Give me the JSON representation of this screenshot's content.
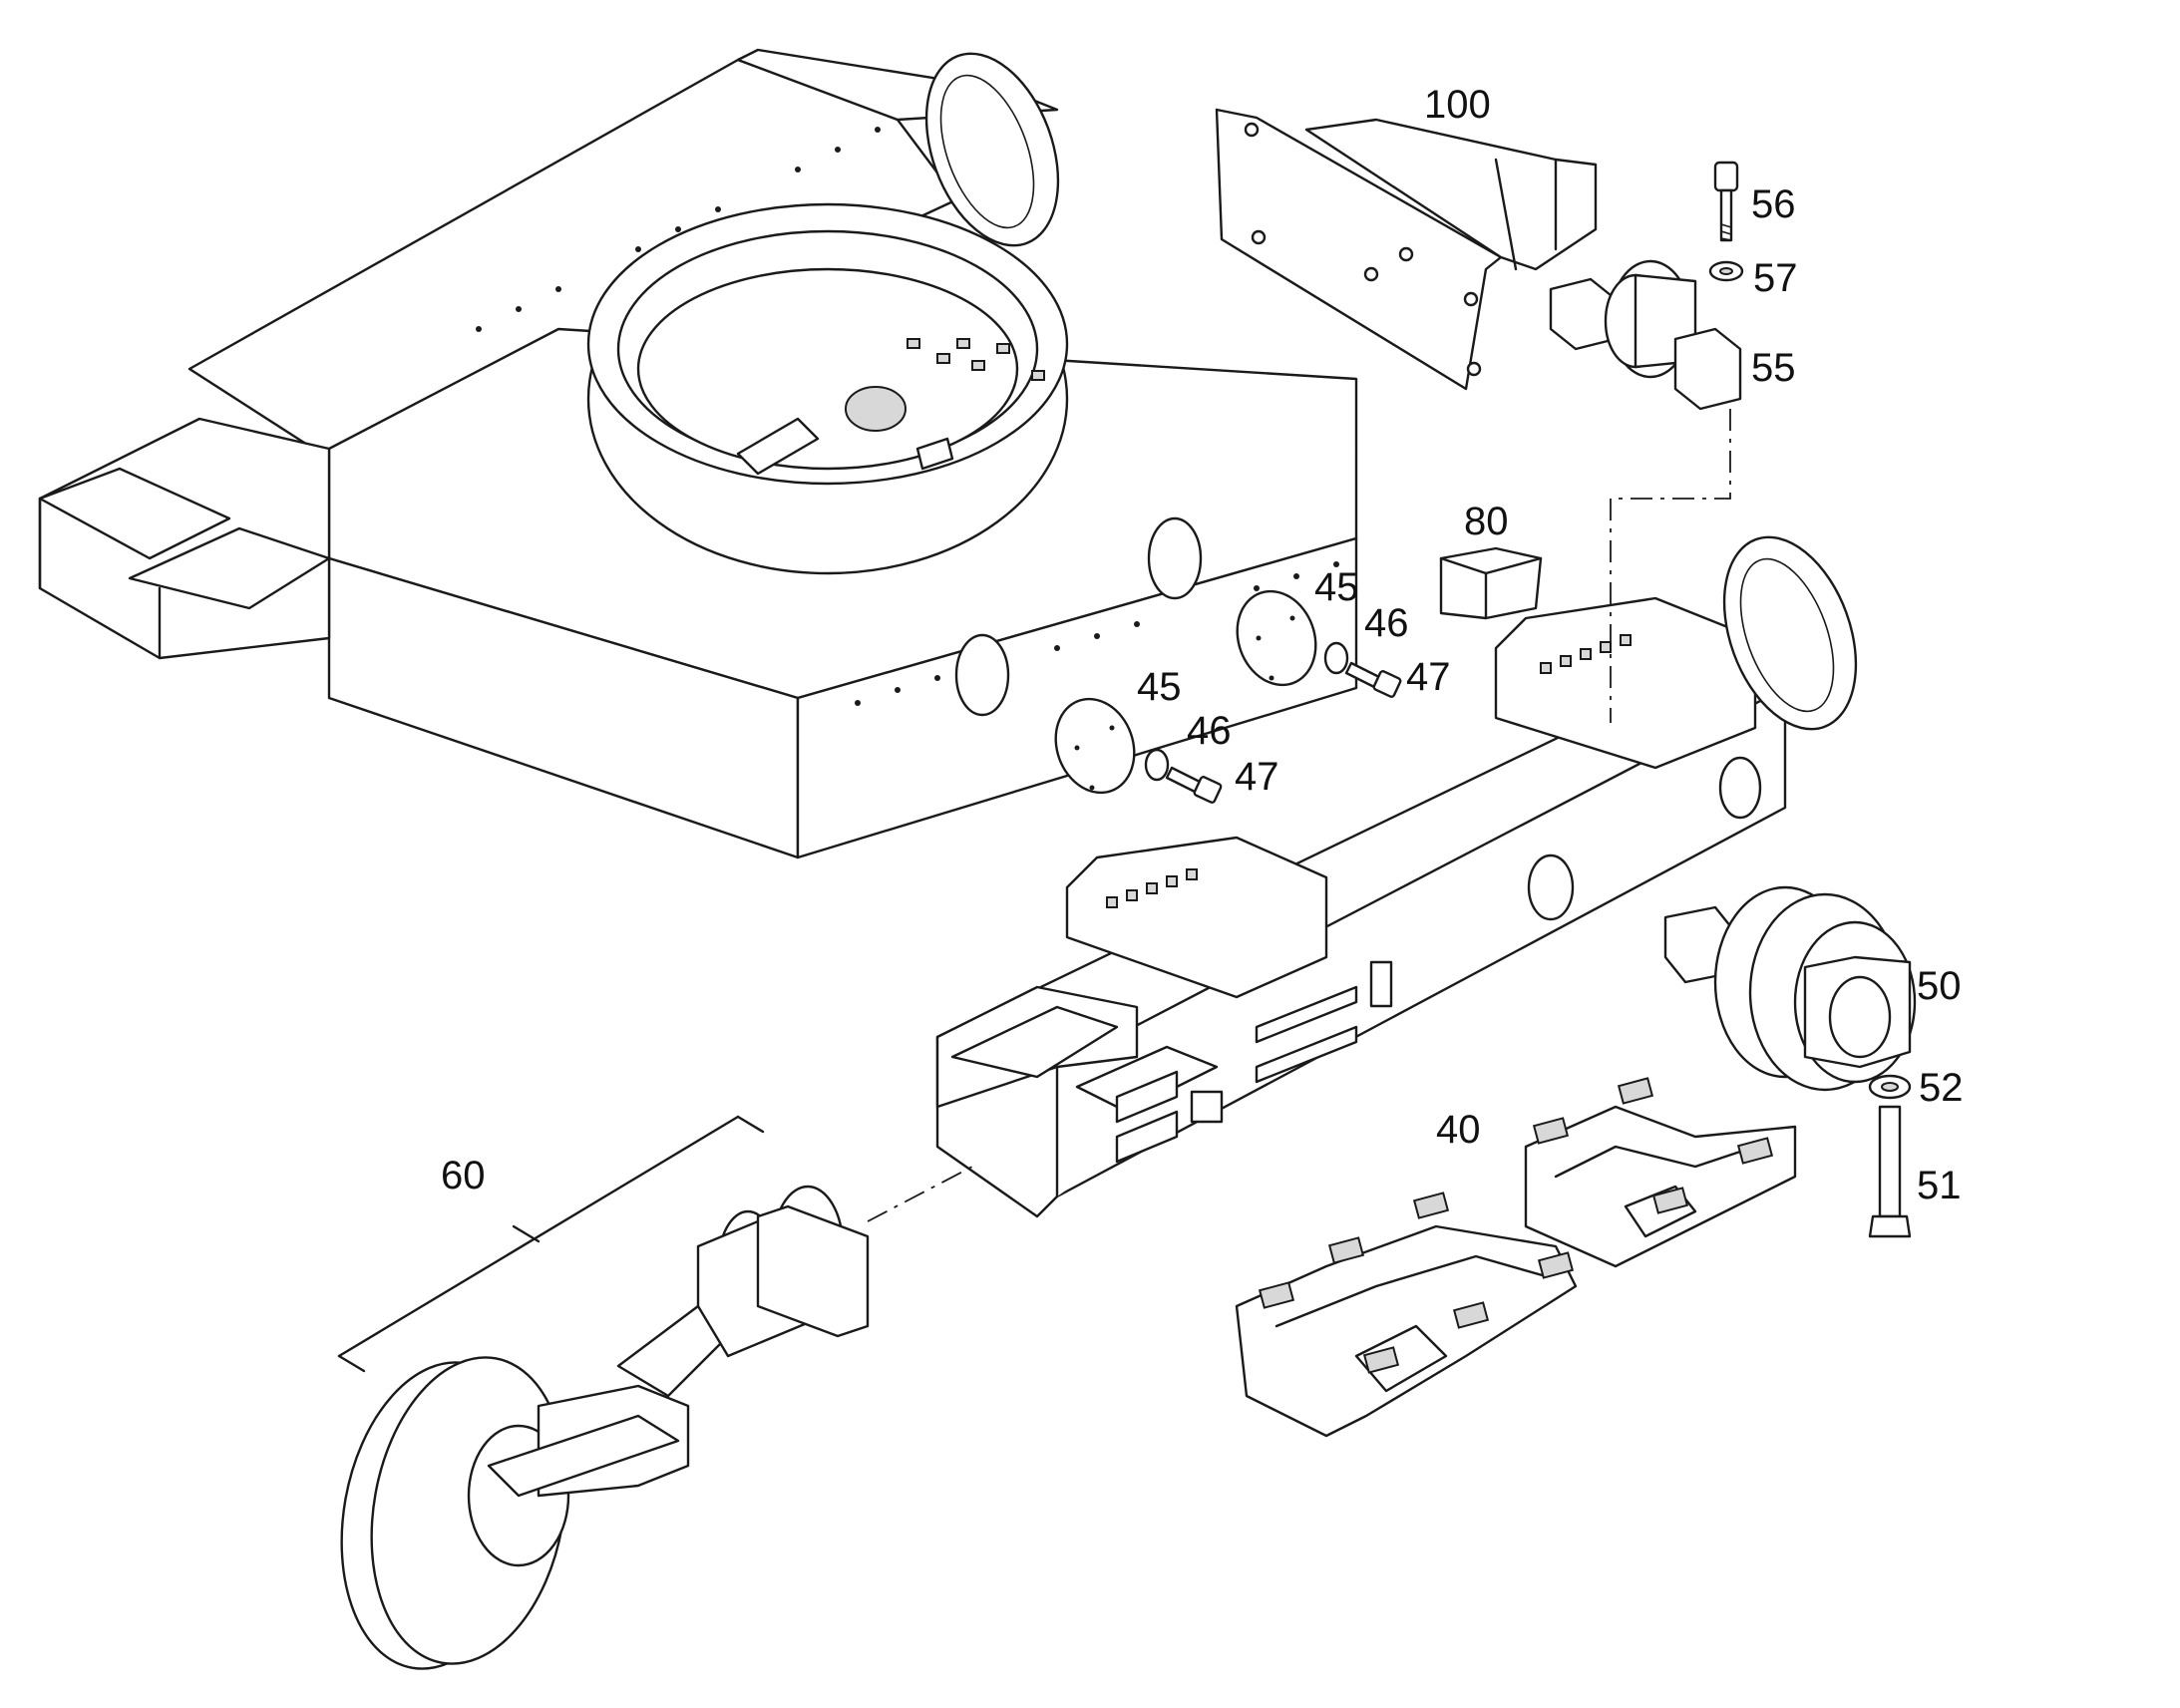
{
  "diagram": {
    "callouts": [
      {
        "id": "100",
        "label": "100"
      },
      {
        "id": "56",
        "label": "56"
      },
      {
        "id": "57",
        "label": "57"
      },
      {
        "id": "55",
        "label": "55"
      },
      {
        "id": "80",
        "label": "80"
      },
      {
        "id": "45a",
        "label": "45"
      },
      {
        "id": "46a",
        "label": "46"
      },
      {
        "id": "47a",
        "label": "47"
      },
      {
        "id": "45b",
        "label": "45"
      },
      {
        "id": "46b",
        "label": "46"
      },
      {
        "id": "47b",
        "label": "47"
      },
      {
        "id": "50",
        "label": "50"
      },
      {
        "id": "52",
        "label": "52"
      },
      {
        "id": "51",
        "label": "51"
      },
      {
        "id": "40",
        "label": "40"
      },
      {
        "id": "60",
        "label": "60"
      }
    ]
  }
}
